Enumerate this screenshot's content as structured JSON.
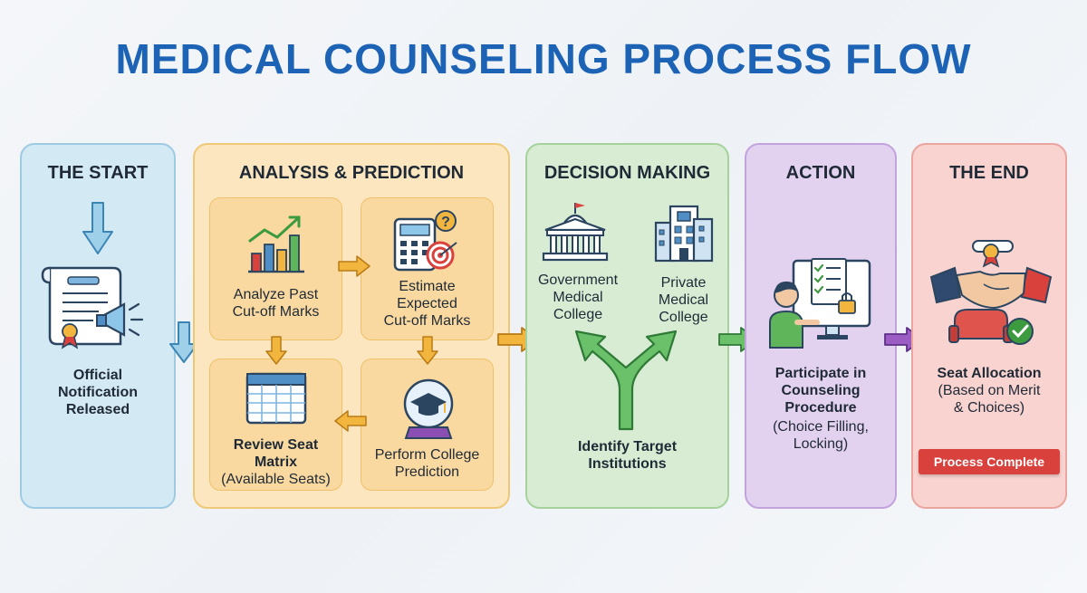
{
  "title": "MEDICAL COUNSELING PROCESS FLOW",
  "stages": {
    "start": {
      "title": "THE START",
      "label": "Official\nNotification\nReleased"
    },
    "analysis": {
      "title": "ANALYSIS & PREDICTION",
      "steps": [
        {
          "label": "Analyze Past\nCut-off Marks"
        },
        {
          "label": "Estimate\nExpected\nCut-off Marks"
        },
        {
          "label_bold": "Review Seat\nMatrix",
          "label_rest": "(Available Seats)"
        },
        {
          "label": "Perform College\nPrediction"
        }
      ]
    },
    "decision": {
      "title": "DECISION MAKING",
      "options": [
        {
          "label": "Government\nMedical\nCollege"
        },
        {
          "label": "Private\nMedical\nCollege"
        }
      ],
      "label": "Identify Target\nInstitutions"
    },
    "action": {
      "title": "ACTION",
      "label_bold": "Participate in\nCounseling\nProcedure",
      "label_rest": "(Choice Filling,\nLocking)"
    },
    "end": {
      "title": "THE END",
      "label_bold": "Seat Allocation",
      "label_rest": "(Based on Merit\n& Choices)",
      "badge": "Process Complete"
    }
  },
  "colors": {
    "title": "#1d63b5",
    "start": "#d3e9f4",
    "analysis": "#fbe6bf",
    "decision": "#d8ecd4",
    "action": "#e3d2ef",
    "end": "#f8d3cf",
    "badge": "#d9413c"
  }
}
